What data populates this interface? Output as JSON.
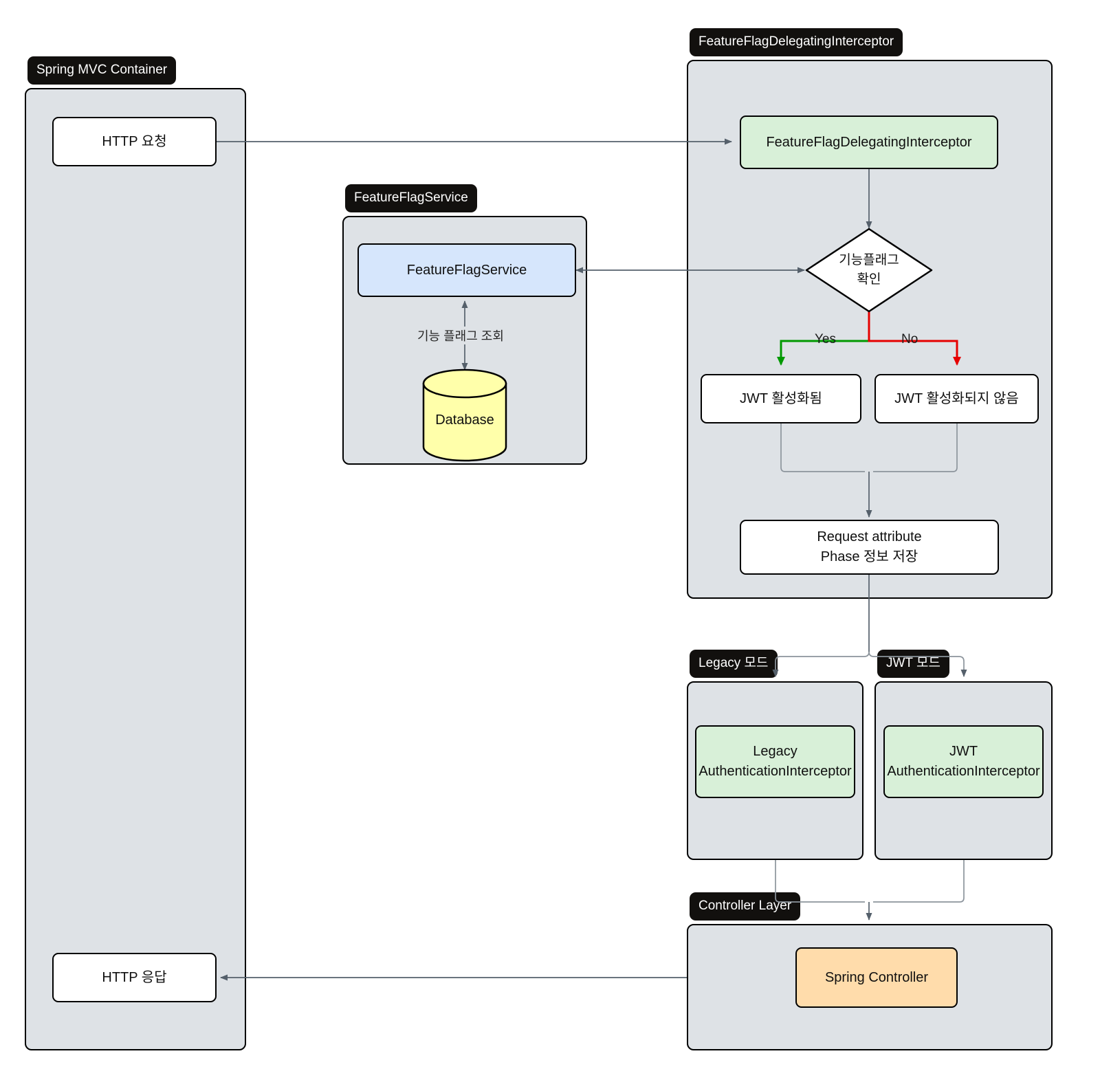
{
  "diagram": {
    "title": "Spring MVC Feature Flag Interceptor Flow",
    "colors": {
      "group_fill": "#dee2e6",
      "group_stroke": "#000000",
      "node_white": "#ffffff",
      "node_green": "#d8f0d8",
      "node_blue": "#d6e6fc",
      "node_orange": "#ffdcab",
      "node_yellow": "#ffffaa",
      "label_bg": "#12100e",
      "label_text": "#ffffff",
      "edge": "#55606b",
      "yes_branch": "#009900",
      "no_branch": "#e60000"
    },
    "groups": [
      {
        "id": "spring-mvc-container",
        "label": "Spring MVC Container"
      },
      {
        "id": "feature-flag-service",
        "label": "FeatureFlagService"
      },
      {
        "id": "feature-flag-delegating-interceptor",
        "label": "FeatureFlagDelegatingInterceptor"
      },
      {
        "id": "legacy-mode",
        "label": "Legacy 모드"
      },
      {
        "id": "jwt-mode",
        "label": "JWT 모드"
      },
      {
        "id": "controller-layer",
        "label": "Controller Layer"
      }
    ],
    "nodes": {
      "http_request": "HTTP 요청",
      "http_response": "HTTP 응답",
      "feature_flag_service": "FeatureFlagService",
      "database": "Database",
      "delegating_interceptor": "FeatureFlagDelegatingInterceptor",
      "decision_line1": "기능플래그",
      "decision_line2": "확인",
      "jwt_enabled": "JWT 활성화됨",
      "jwt_disabled": "JWT 활성화되지 않음",
      "request_attribute_line1": "Request attribute",
      "request_attribute_line2": "Phase 정보 저장",
      "legacy_interceptor_line1": "Legacy",
      "legacy_interceptor_line2": "AuthenticationInterceptor",
      "jwt_interceptor_line1": "JWT",
      "jwt_interceptor_line2": "AuthenticationInterceptor",
      "spring_controller": "Spring Controller"
    },
    "edge_labels": {
      "yes": "Yes",
      "no": "No",
      "feature_flag_lookup": "기능 플래그 조회"
    }
  }
}
